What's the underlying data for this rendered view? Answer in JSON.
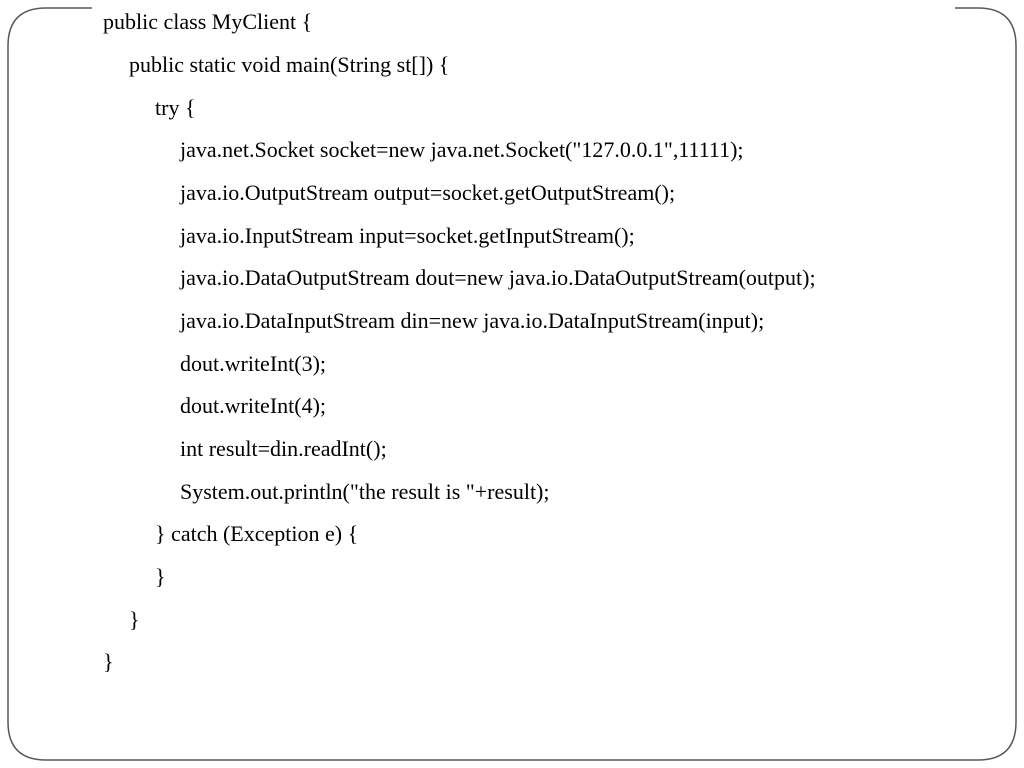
{
  "slide": {
    "code_lines": [
      "public class MyClient {",
      "public static void main(String st[]) {",
      "try {",
      "java.net.Socket socket=new java.net.Socket(\"127.0.0.1\",11111);",
      "java.io.OutputStream output=socket.getOutputStream();",
      "java.io.InputStream input=socket.getInputStream();",
      "java.io.DataOutputStream dout=new java.io.DataOutputStream(output);",
      "java.io.DataInputStream din=new java.io.DataInputStream(input);",
      "dout.writeInt(3);",
      "dout.writeInt(4);",
      "int result=din.readInt();",
      "System.out.println(\"the result is \"+result);",
      "} catch (Exception e) {",
      "}",
      "}",
      "}"
    ]
  },
  "colors": {
    "text": "#000000",
    "frame": "#595959",
    "background": "#ffffff"
  }
}
